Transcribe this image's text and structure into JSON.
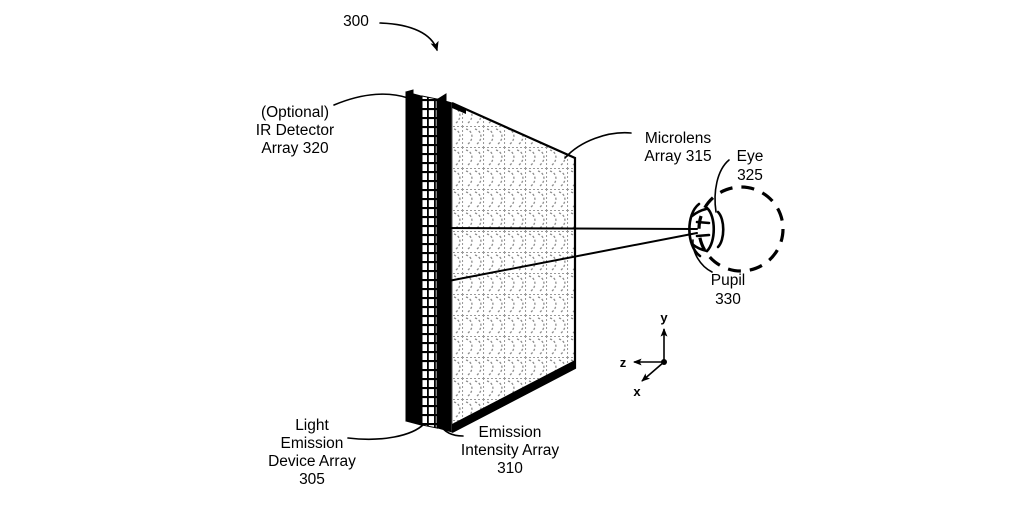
{
  "figure": {
    "number": "300",
    "title_ref": "300"
  },
  "labels": {
    "ir_detector": {
      "line1": "(Optional)",
      "line2": "IR Detector",
      "line3": "Array 320",
      "ref": "320"
    },
    "microlens": {
      "line1": "Microlens",
      "line2": "Array 315",
      "ref": "315"
    },
    "eye": {
      "line1": "Eye",
      "line2": "325",
      "ref": "325"
    },
    "pupil": {
      "line1": "Pupil",
      "line2": "330",
      "ref": "330"
    },
    "light_emission": {
      "line1": "Light",
      "line2": "Emission",
      "line3": "Device Array",
      "line4": "305",
      "ref": "305"
    },
    "emission_intensity": {
      "line1": "Emission",
      "line2": "Intensity Array",
      "line3": "310",
      "ref": "310"
    }
  },
  "axes": {
    "x": "x",
    "y": "y",
    "z": "z"
  },
  "colors": {
    "ink": "#000000",
    "paper": "#ffffff",
    "faint": "#a8a8a8"
  }
}
